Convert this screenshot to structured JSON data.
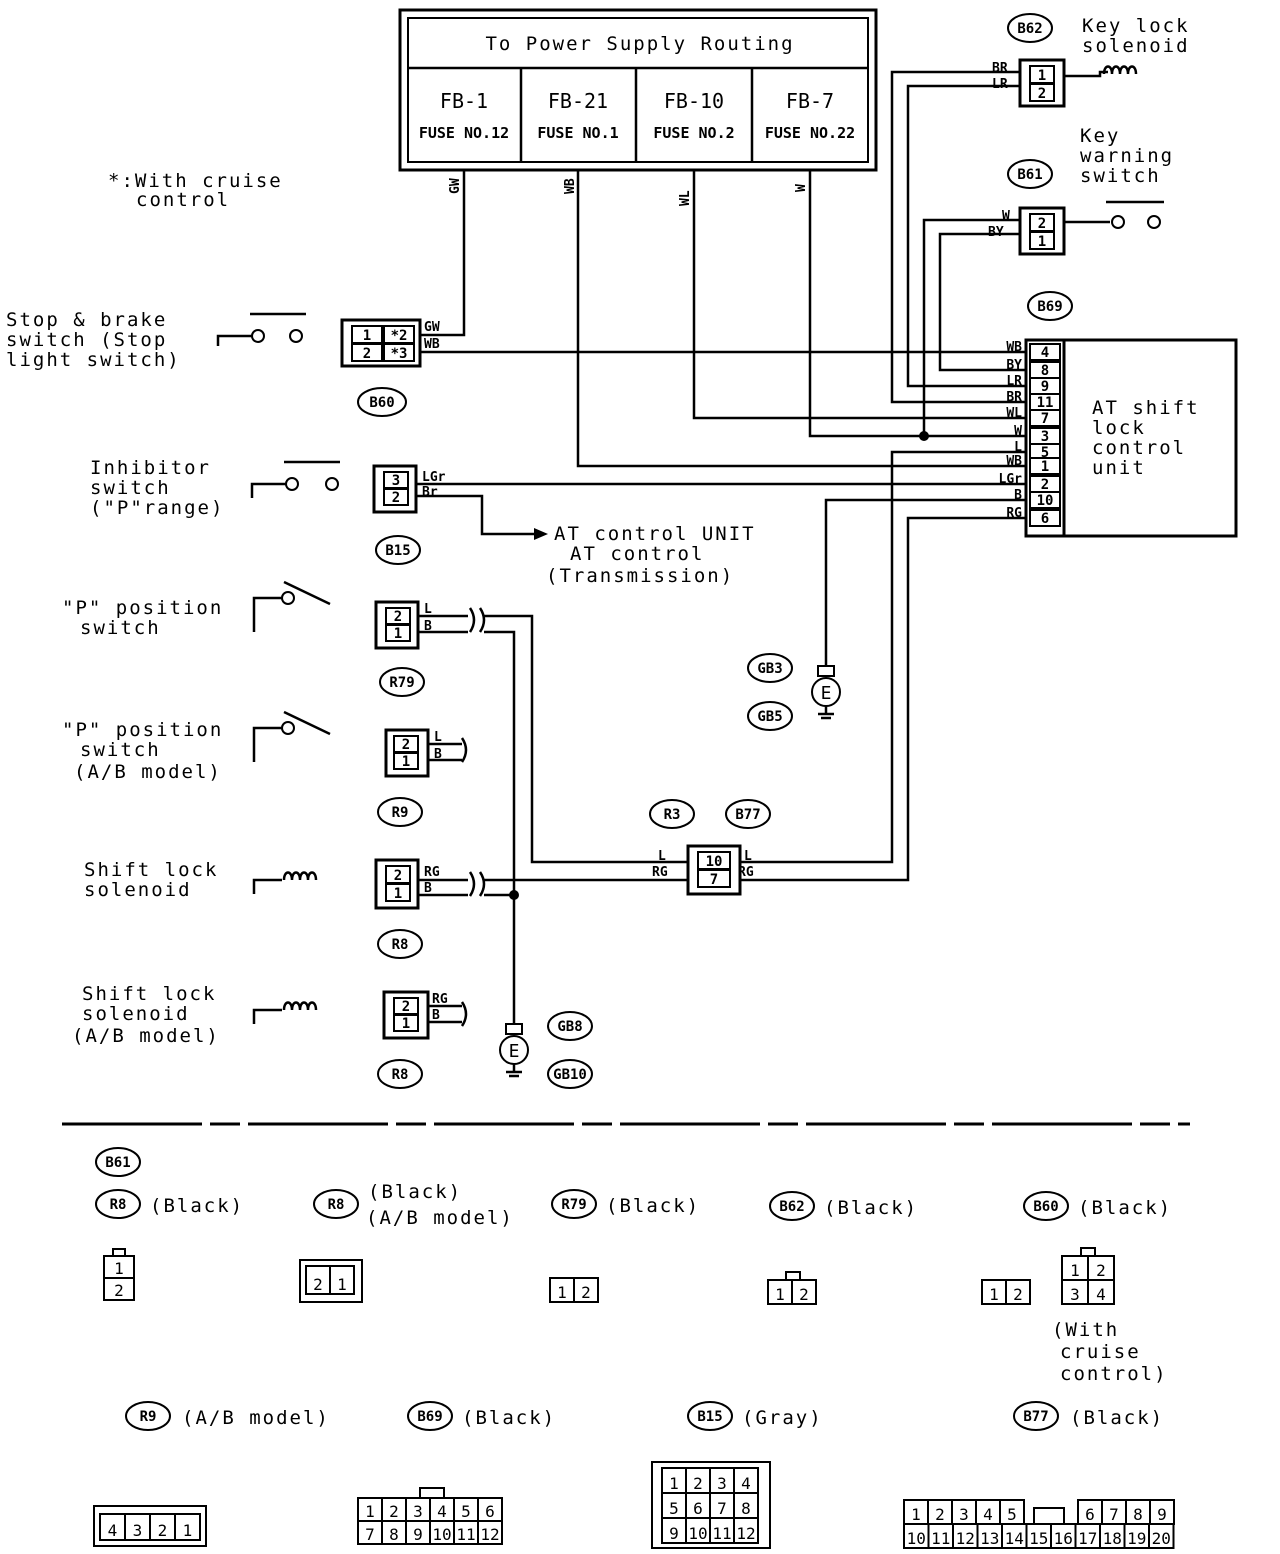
{
  "power_box": {
    "title": "To Power Supply Routing",
    "fuses": [
      {
        "block": "FB-1",
        "fuse": "FUSE NO.12",
        "wire": "GW"
      },
      {
        "block": "FB-21",
        "fuse": "FUSE NO.1",
        "wire": "WB"
      },
      {
        "block": "FB-10",
        "fuse": "FUSE NO.2",
        "wire": "WL"
      },
      {
        "block": "FB-7",
        "fuse": "FUSE NO.22",
        "wire": "W"
      }
    ]
  },
  "note": [
    "*:With cruise",
    "control"
  ],
  "components": {
    "stop_brake": {
      "label": [
        "Stop & brake",
        "switch (Stop",
        "light switch)"
      ],
      "connector": "B60",
      "wires": [
        "GW",
        "WB"
      ],
      "pins": [
        "1",
        "2",
        "*2",
        "*3"
      ]
    },
    "inhibitor": {
      "label": [
        "Inhibitor",
        "switch",
        "(\"P\"range)"
      ],
      "connector": "B15",
      "wires": [
        "LGr",
        "Br"
      ],
      "pins": [
        "3",
        "2"
      ]
    },
    "at_control": {
      "label": [
        "AT control UNIT",
        "AT control",
        "(Transmission)"
      ]
    },
    "p_position_1": {
      "label": [
        "\"P\" position",
        "switch"
      ],
      "connector": "R79",
      "wires": [
        "L",
        "B"
      ],
      "pins": [
        "2",
        "1"
      ]
    },
    "p_position_2": {
      "label": [
        "\"P\" position",
        "switch",
        "(A/B model)"
      ],
      "connector": "R9",
      "wires": [
        "L",
        "B"
      ],
      "pins": [
        "2",
        "1"
      ]
    },
    "shift_lock_1": {
      "label": [
        "Shift lock",
        "solenoid"
      ],
      "connector": "R8",
      "wires": [
        "RG",
        "B"
      ],
      "pins": [
        "2",
        "1"
      ]
    },
    "shift_lock_2": {
      "label": [
        "Shift lock",
        "solenoid",
        "(A/B model)"
      ],
      "connector": "R8",
      "wires": [
        "RG",
        "B"
      ],
      "pins": [
        "2",
        "1"
      ]
    },
    "key_lock": {
      "label": [
        "Key lock",
        "solenoid"
      ],
      "connector": "B62",
      "wires": [
        "BR",
        "LR"
      ],
      "pins": [
        "1",
        "2"
      ]
    },
    "key_warning": {
      "label": [
        "Key",
        "warning",
        "switch"
      ],
      "connector": "B61",
      "wires": [
        "W",
        "BY"
      ],
      "pins": [
        "2",
        "1"
      ]
    },
    "at_shift_unit": {
      "label": [
        "AT shift",
        "lock",
        "control",
        "unit"
      ],
      "connector": "B69",
      "pins": [
        {
          "wire": "WB",
          "pin": "4"
        },
        {
          "wire": "BY",
          "pin": "8"
        },
        {
          "wire": "LR",
          "pin": "9"
        },
        {
          "wire": "BR",
          "pin": "11"
        },
        {
          "wire": "WL",
          "pin": "7"
        },
        {
          "wire": "W",
          "pin": "3"
        },
        {
          "wire": "L",
          "pin": "5"
        },
        {
          "wire": "WB",
          "pin": "1"
        },
        {
          "wire": "LGr",
          "pin": "2"
        },
        {
          "wire": "B",
          "pin": "10"
        },
        {
          "wire": "RG",
          "pin": "6"
        }
      ]
    },
    "joint": {
      "connectors": [
        "R3",
        "B77"
      ],
      "wires": [
        "L",
        "RG",
        "L",
        "RG"
      ],
      "pins": [
        "10",
        "7"
      ]
    },
    "ground_1": {
      "symbol": "E",
      "connectors": [
        "GB3",
        "GB5"
      ]
    },
    "ground_2": {
      "symbol": "E",
      "connectors": [
        "GB8",
        "GB10"
      ]
    }
  },
  "legend": {
    "row1": [
      {
        "codes": [
          "B61",
          "R8"
        ],
        "desc": [
          "(Black)"
        ],
        "pins": [
          [
            "1"
          ],
          [
            "2"
          ]
        ]
      },
      {
        "codes": [
          "R8"
        ],
        "desc": [
          "(Black)",
          "(A/B model)"
        ],
        "pins": [
          [
            "2",
            "1"
          ]
        ]
      },
      {
        "codes": [
          "R79"
        ],
        "desc": [
          "(Black)"
        ],
        "pins": [
          [
            "1",
            "2"
          ]
        ]
      },
      {
        "codes": [
          "B62"
        ],
        "desc": [
          "(Black)"
        ],
        "pins": [
          [
            "1",
            "2"
          ]
        ]
      },
      {
        "codes": [
          "B60"
        ],
        "desc": [
          "(Black)"
        ],
        "pins": [
          [
            "1",
            "2"
          ],
          [
            "1",
            "2"
          ],
          [
            "3",
            "4"
          ]
        ],
        "note": [
          "(With",
          "cruise",
          "control)"
        ]
      }
    ],
    "row2": [
      {
        "codes": [
          "R9"
        ],
        "desc": [
          "(A/B model)"
        ],
        "pins": [
          [
            "4",
            "3",
            "2",
            "1"
          ]
        ]
      },
      {
        "codes": [
          "B69"
        ],
        "desc": [
          "(Black)"
        ],
        "pins": [
          [
            "1",
            "2",
            "3",
            "4",
            "5",
            "6"
          ],
          [
            "7",
            "8",
            "9",
            "10",
            "11",
            "12"
          ]
        ]
      },
      {
        "codes": [
          "B15"
        ],
        "desc": [
          "(Gray)"
        ],
        "pins": [
          [
            "1",
            "2",
            "3",
            "4"
          ],
          [
            "5",
            "6",
            "7",
            "8"
          ],
          [
            "9",
            "10",
            "11",
            "12"
          ]
        ]
      },
      {
        "codes": [
          "B77"
        ],
        "desc": [
          "(Black)"
        ],
        "pins": [
          [
            "1",
            "2",
            "3",
            "4",
            "5",
            "6",
            "7",
            "8",
            "9"
          ],
          [
            "10",
            "11",
            "12",
            "13",
            "14",
            "15",
            "16",
            "17",
            "18",
            "19",
            "20"
          ]
        ]
      }
    ]
  }
}
